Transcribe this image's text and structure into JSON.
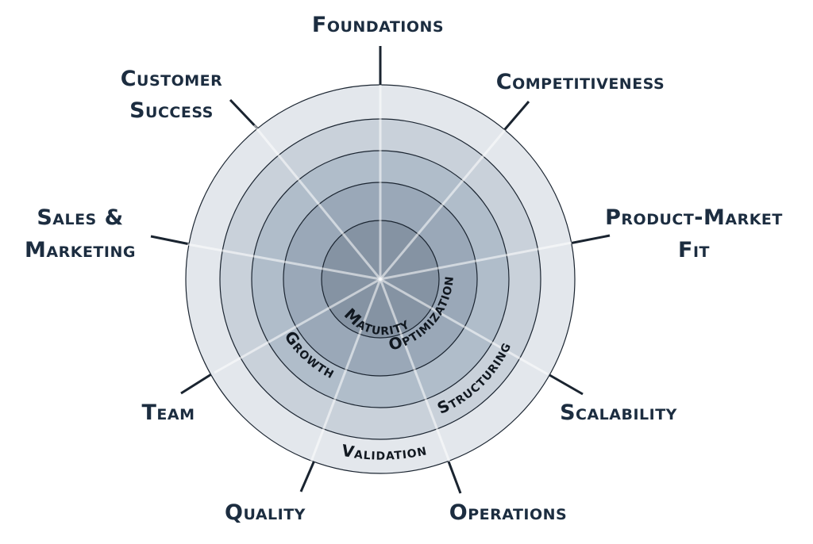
{
  "dimensions": {
    "foundations": "Foundations",
    "competitiveness": "Competitiveness",
    "product_market_fit": [
      "Product-Market",
      "Fit"
    ],
    "scalability": "Scalability",
    "operations": "Operations",
    "quality": "Quality",
    "team": "Team",
    "sales_marketing": [
      "Sales &",
      "Marketing"
    ],
    "customer_success": [
      "Customer",
      "Success"
    ]
  },
  "stages": {
    "maturity": "Maturity",
    "optimization": "Optimization",
    "growth": "Growth",
    "structuring": "Structuring",
    "validation": "Validation"
  },
  "colors": {
    "ring_outer": "#e3e7ec",
    "ring_4": "#c9d1da",
    "ring_3": "#b0bdca",
    "ring_2": "#9aa8b8",
    "ring_inner": "#8593a3",
    "label": "#1c2d40"
  }
}
